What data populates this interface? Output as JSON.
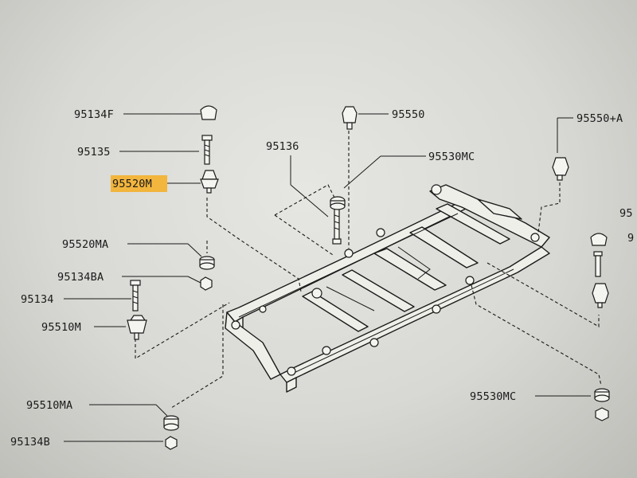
{
  "diagram": {
    "labels": {
      "p95134F": "95134F",
      "p95135": "95135",
      "p95520M": "95520M",
      "p95136": "95136",
      "p95550": "95550",
      "p95530MC_top": "95530MC",
      "p95550A": "95550+A",
      "p95520MA": "95520MA",
      "p95134BA": "95134BA",
      "p95134": "95134",
      "p95510M": "95510M",
      "p95510MA": "95510MA",
      "p95134B": "95134B",
      "p95530MC_bottom": "95530MC",
      "p95_right1": "95",
      "p95_right2": "9"
    },
    "highlighted_part": "95520M",
    "highlight_color": "#f2b53d"
  }
}
